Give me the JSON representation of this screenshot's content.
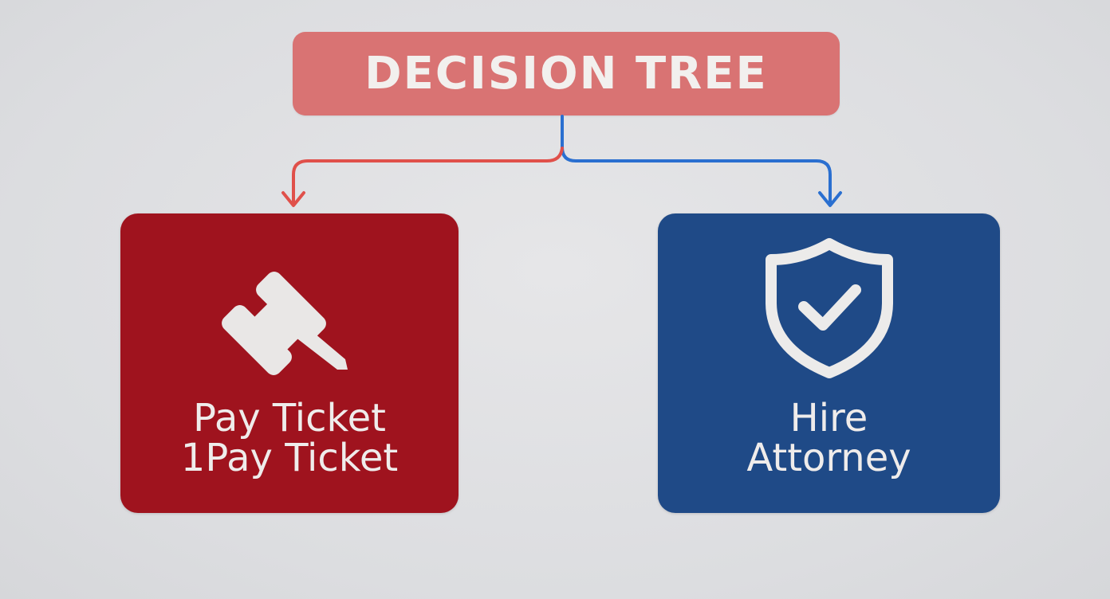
{
  "title": "DECISION TREE",
  "colors": {
    "background": "#dedfe2",
    "root_fill": "#d97373",
    "left_branch": "#e0504a",
    "right_branch": "#2a6fd0",
    "left_card": "#9f131e",
    "right_card": "#1f4a87",
    "text": "#efeceb"
  },
  "branches": [
    {
      "id": "left",
      "icon": "gavel-icon",
      "label_lines": [
        "Pay Ticket",
        "1Pay Ticket"
      ]
    },
    {
      "id": "right",
      "icon": "shield-check-icon",
      "label_lines": [
        "Hire",
        "Attorney"
      ]
    }
  ]
}
